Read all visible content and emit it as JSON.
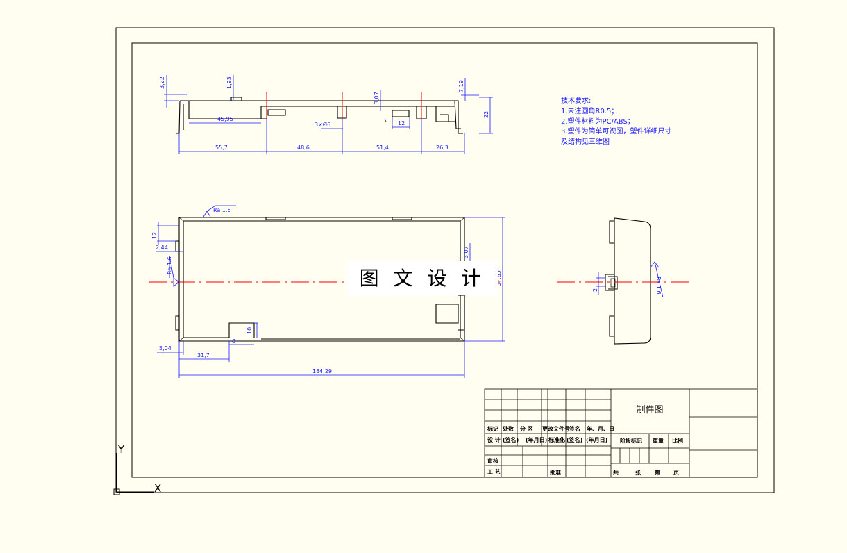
{
  "notes": {
    "title": "技术要求:",
    "lines": [
      "1.未注圆角R0.5；",
      "2.塑件材料为PC/ABS；",
      "3.塑件为简单可视图，塑件详细尺寸",
      "及结构见三维图"
    ]
  },
  "watermark": "图 文 设 计",
  "axis": {
    "y": "Y",
    "x": "X"
  },
  "dims": {
    "top": {
      "d322": "3,22",
      "d193": "1,93",
      "d307a": "3,07",
      "d719": "7,19",
      "d22": "22",
      "d4595": "45,95",
      "d3x6": "3×Ø6",
      "d12a": "12",
      "d557": "55,7",
      "d486": "48,6",
      "d514": "51,4",
      "d263": "26,3"
    },
    "front": {
      "ra_top": "Ra 1.6",
      "ra_left": "Ra 1.6",
      "d12": "12",
      "d244": "2,44",
      "d307": "3,07",
      "d5785": "57,85",
      "d10": "10",
      "d8": "8",
      "d504": "5,04",
      "d317": "31,7",
      "d18429": "184,29"
    },
    "side": {
      "d2": "2",
      "ra": "Ra 1.6"
    }
  },
  "title_block": {
    "drawing_name": "制件图",
    "row_labels": [
      "标记",
      "处数",
      "分 区",
      "更改文件号",
      "签名",
      "年、月、日"
    ],
    "design_row": [
      "设 计",
      "(签名)",
      "(年月日)",
      "标准化",
      "(签名)",
      "(年月日)"
    ],
    "stage_labels": [
      "阶段标记",
      "重量",
      "比例"
    ],
    "audit": "审核",
    "process": "工 艺",
    "approve": "批准",
    "sheet_labels": [
      "共",
      "张",
      "第",
      "页"
    ]
  }
}
